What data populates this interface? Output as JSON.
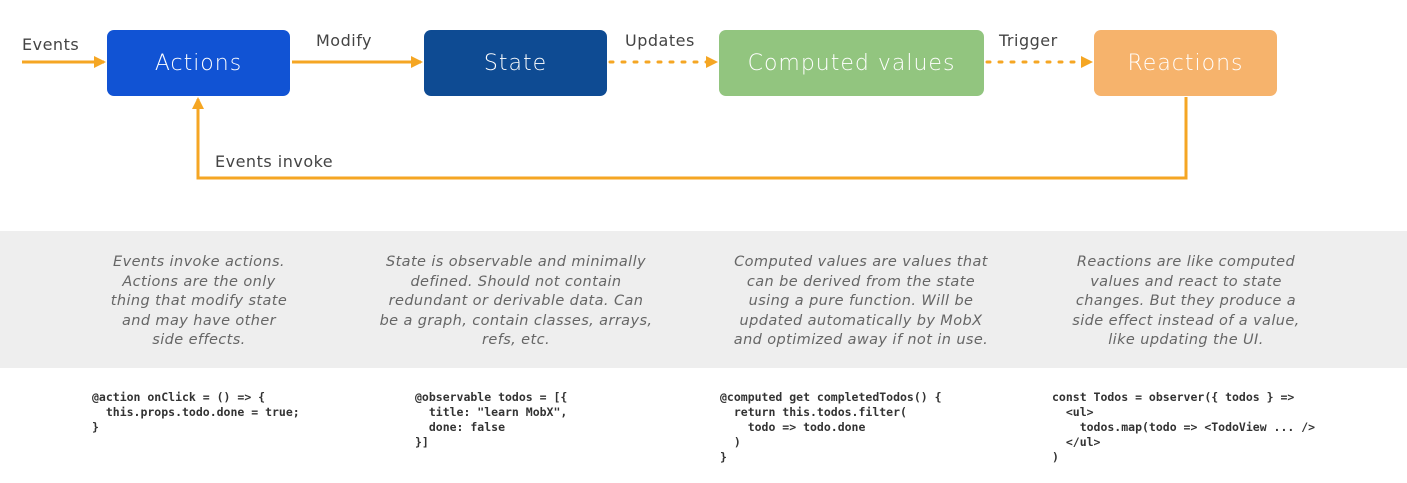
{
  "nodes": {
    "actions": {
      "label": "Actions",
      "color": "#1153d4"
    },
    "state": {
      "label": "State",
      "color": "#0e4b93"
    },
    "computed": {
      "label": "Computed values",
      "color": "#92c57f"
    },
    "reactions": {
      "label": "Reactions",
      "color": "#f6b36c"
    }
  },
  "edge_labels": {
    "events": "Events",
    "modify": "Modify",
    "updates": "Updates",
    "trigger": "Trigger",
    "events_invoke": "Events invoke"
  },
  "edge_color": "#f5a623",
  "descriptions": {
    "actions": [
      "Events invoke actions.",
      "Actions are the only",
      "thing that modify state",
      "and may have other",
      "side effects."
    ],
    "state": [
      "State is observable and minimally",
      "defined. Should not contain",
      "redundant or derivable data. Can",
      "be a graph, contain classes, arrays,",
      "refs, etc."
    ],
    "computed": [
      "Computed values are values that",
      "can be derived from the state",
      "using a pure function. Will be",
      "updated automatically by MobX",
      "and optimized away if not in use."
    ],
    "reactions": [
      "Reactions are like computed",
      "values and react to state",
      "changes. But they produce a",
      "side effect instead of a value,",
      "like updating the UI."
    ]
  },
  "code": {
    "actions": "@action onClick = () => {\n  this.props.todo.done = true;\n}",
    "state": "@observable todos = [{\n  title: \"learn MobX\",\n  done: false\n}]",
    "computed": "@computed get completedTodos() {\n  return this.todos.filter(\n    todo => todo.done\n  )\n}",
    "reactions": "const Todos = observer({ todos } =>\n  <ul>\n    todos.map(todo => <TodoView ... />\n  </ul>\n)"
  }
}
